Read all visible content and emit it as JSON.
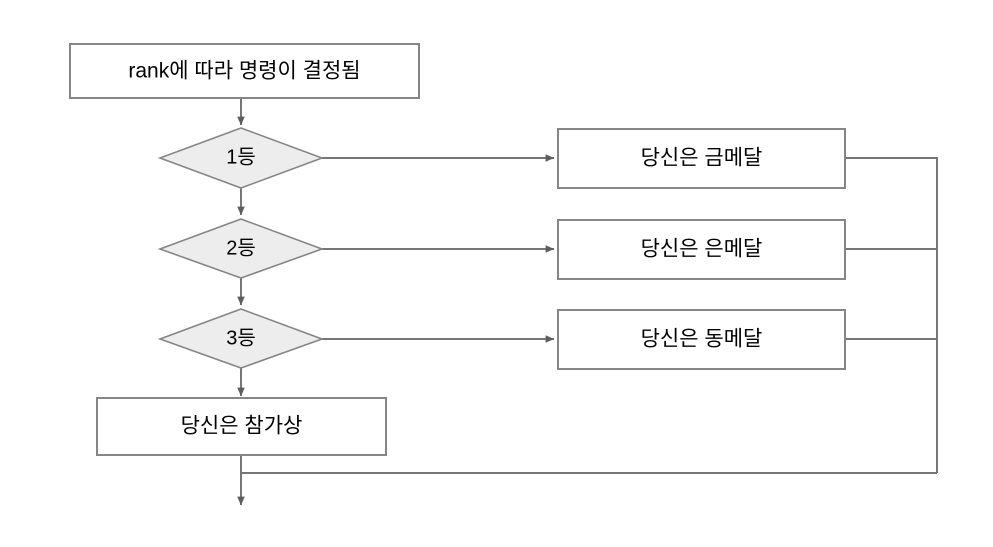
{
  "diagram": {
    "title_node": {
      "id": "start",
      "shape": "process",
      "label": "rank에 따라 명령이 결정됨"
    },
    "decisions": [
      {
        "id": "rank-1",
        "shape": "decision",
        "label": "1등"
      },
      {
        "id": "rank-2",
        "shape": "decision",
        "label": "2등"
      },
      {
        "id": "rank-3",
        "shape": "decision",
        "label": "3등"
      }
    ],
    "results": [
      {
        "id": "gold",
        "shape": "process",
        "label": "당신은 금메달"
      },
      {
        "id": "silver",
        "shape": "process",
        "label": "당신은 은메달"
      },
      {
        "id": "bronze",
        "shape": "process",
        "label": "당신은 동메달"
      }
    ],
    "fallback": {
      "id": "participation",
      "shape": "process",
      "label": "당신은 참가상"
    },
    "colors": {
      "node_fill": "#ffffff",
      "decision_fill": "#ededed",
      "node_stroke": "#868686",
      "connector_stroke": "#767676",
      "text": "#000000",
      "background": "#ffffff"
    }
  }
}
